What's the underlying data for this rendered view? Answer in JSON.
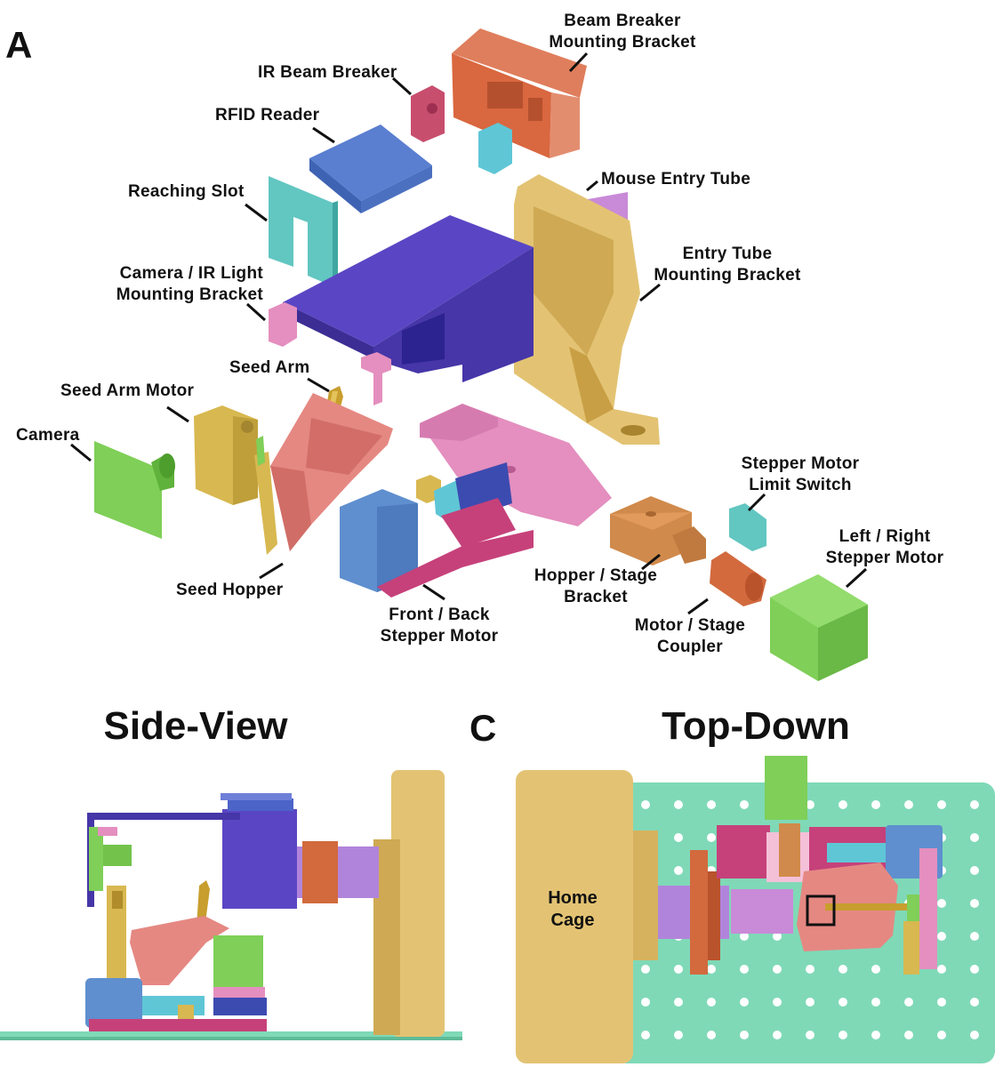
{
  "panels": {
    "a": "A",
    "c": "C"
  },
  "views": {
    "side": "Side-View",
    "top": "Top-Down"
  },
  "home_cage": {
    "line1": "Home",
    "line2": "Cage"
  },
  "labels": {
    "beam_breaker_bracket": [
      "Beam Breaker",
      "Mounting Bracket"
    ],
    "ir_beam_breaker": [
      "IR Beam Breaker"
    ],
    "rfid_reader": [
      "RFID Reader"
    ],
    "reaching_slot": [
      "Reaching Slot"
    ],
    "mouse_entry_tube": [
      "Mouse Entry Tube"
    ],
    "entry_tube_bracket": [
      "Entry Tube",
      "Mounting Bracket"
    ],
    "camera_ir_bracket": [
      "Camera / IR Light",
      "Mounting Bracket"
    ],
    "seed_arm": [
      "Seed Arm"
    ],
    "seed_arm_motor": [
      "Seed Arm Motor"
    ],
    "camera": [
      "Camera"
    ],
    "stepper_limit_switch": [
      "Stepper Motor",
      "Limit Switch"
    ],
    "left_right_stepper": [
      "Left / Right",
      "Stepper Motor"
    ],
    "hopper_stage_bracket": [
      "Hopper / Stage",
      "Bracket"
    ],
    "motor_stage_coupler": [
      "Motor / Stage",
      "Coupler"
    ],
    "seed_hopper": [
      "Seed Hopper"
    ],
    "front_back_stepper": [
      "Front / Back",
      "Stepper Motor"
    ]
  },
  "colors": {
    "orange": "#d9673f",
    "crimson": "#c84e6e",
    "cyan": "#5fc6d6",
    "blue": "#5a7fd0",
    "teal": "#62c6c1",
    "indigo": "#5a46c4",
    "lilac": "#c98ad8",
    "violet": "#b184db",
    "gold": "#e3c373",
    "mustard": "#d8b850",
    "green": "#7fcf58",
    "salmon": "#e58882",
    "pink": "#e48fbf",
    "steel": "#5f8fcf",
    "magenta": "#c6417a",
    "navy": "#3c4bb0",
    "sandy": "#d08a4b",
    "rust": "#d26a3e",
    "mint": "#7fd9b7",
    "black": "#111111"
  }
}
